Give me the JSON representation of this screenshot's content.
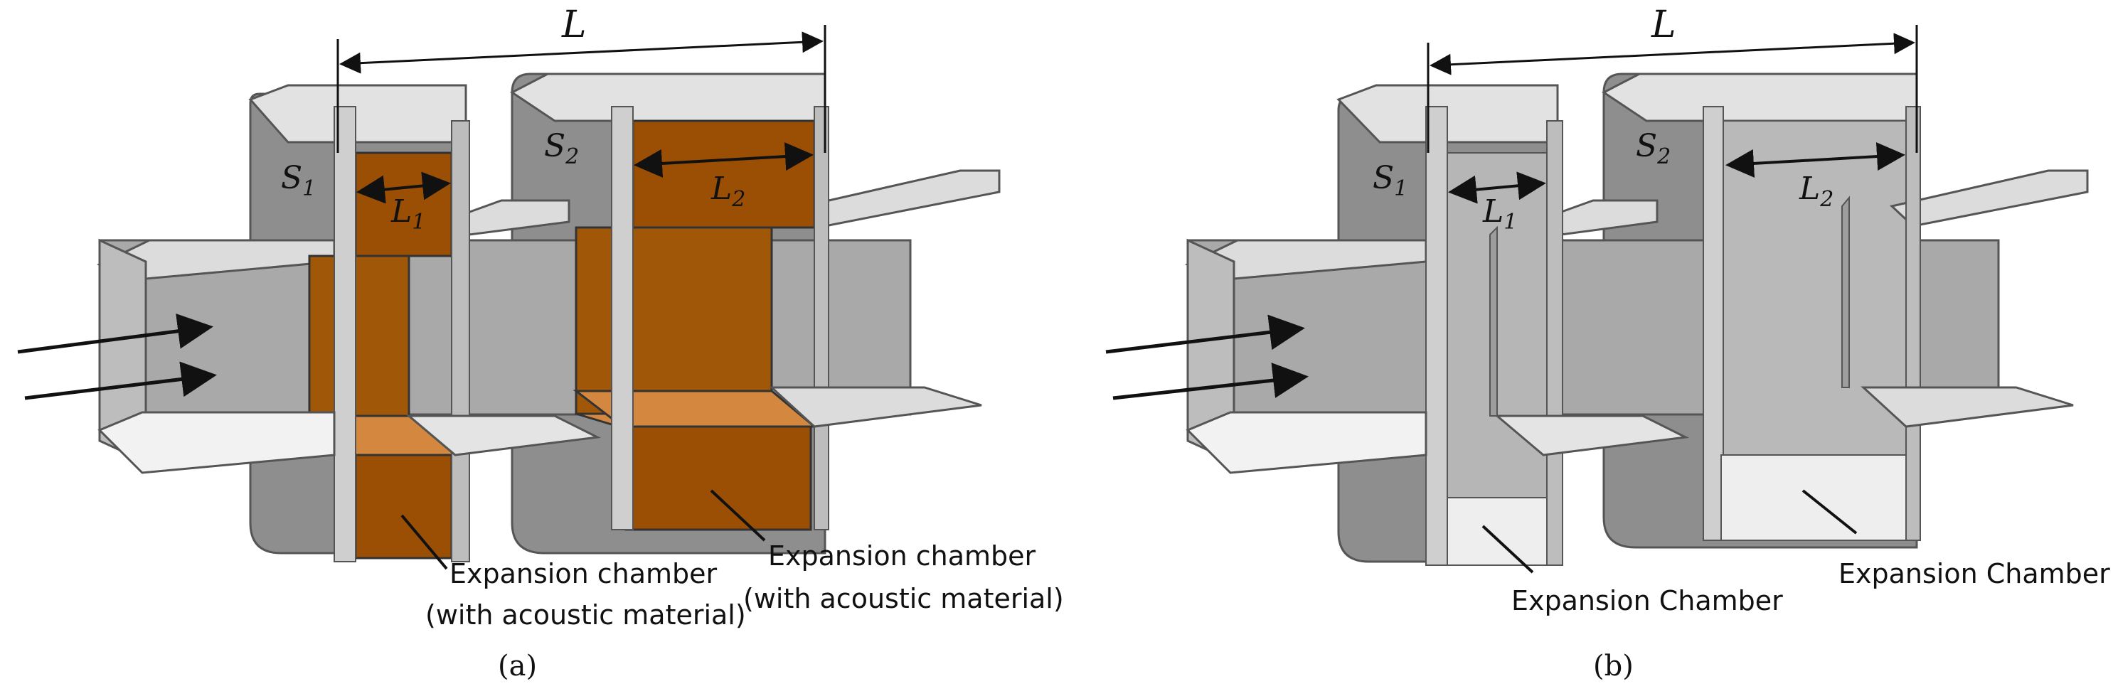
{
  "panel_a": {
    "dimension_L": "L",
    "dimension_L1": "L",
    "dimension_L1_sub": "1",
    "dimension_L2": "L",
    "dimension_L2_sub": "2",
    "area_S1": "S",
    "area_S1_sub": "1",
    "area_S2": "S",
    "area_S2_sub": "2",
    "callout_1_line1": "Expansion chamber",
    "callout_1_line2": "(with acoustic material)",
    "callout_2_line1": "Expansion chamber",
    "callout_2_line2": "(with acoustic material)",
    "caption": "(a)"
  },
  "panel_b": {
    "dimension_L": "L",
    "dimension_L1": "L",
    "dimension_L1_sub": "1",
    "dimension_L2": "L",
    "dimension_L2_sub": "2",
    "area_S1": "S",
    "area_S1_sub": "1",
    "area_S2": "S",
    "area_S2_sub": "2",
    "callout_1": "Expansion Chamber",
    "callout_2": "Expansion Chamber",
    "caption": "(b)"
  },
  "colors": {
    "acoustic_material": "#9a4f05",
    "acoustic_material_light": "#d4883f",
    "steel_dark": "#8e8e8e",
    "steel_mid": "#aaaaaa",
    "steel_light": "#d9d9d9",
    "steel_pale": "#eeeeee"
  }
}
